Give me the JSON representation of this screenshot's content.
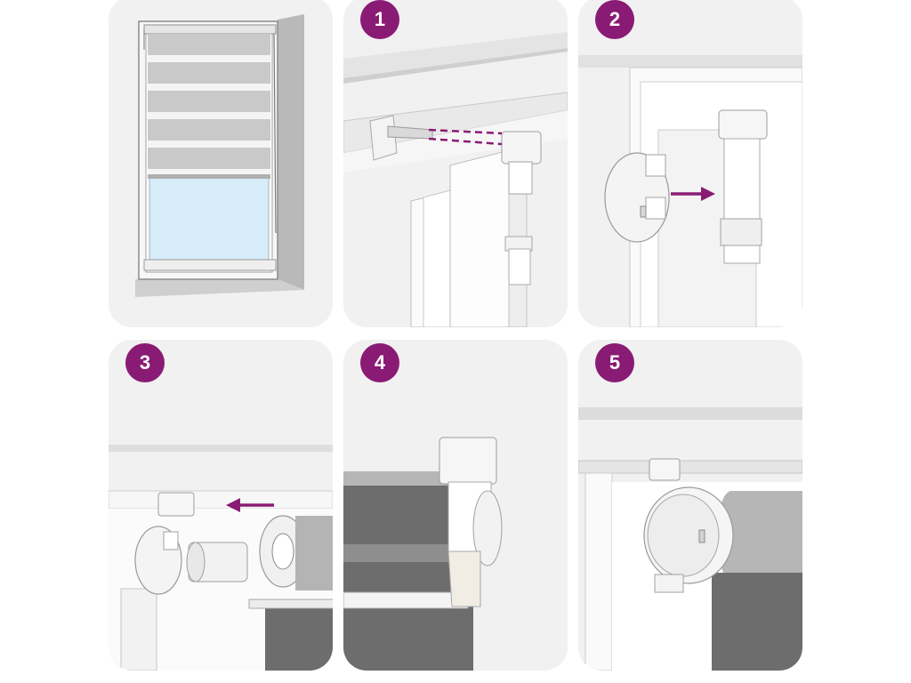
{
  "steps": [
    {
      "number": "1"
    },
    {
      "number": "2"
    },
    {
      "number": "3"
    },
    {
      "number": "4"
    },
    {
      "number": "5"
    }
  ],
  "colors": {
    "badge": "#8a1b74",
    "arrow": "#8a1b74",
    "fabric": "#6d6d6d",
    "glass": "#d6ecf8",
    "panel_bg": "#f1f1f1"
  },
  "icons": [
    "dashed-alignment-line",
    "arrow-right-icon",
    "arrow-left-icon"
  ]
}
